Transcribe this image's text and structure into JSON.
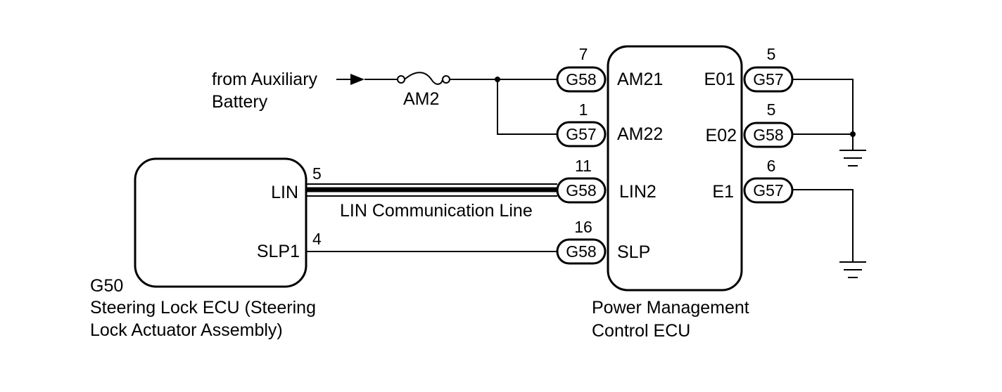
{
  "source": {
    "from_line1": "from Auxiliary",
    "from_line2": "Battery"
  },
  "fuse": {
    "label": "AM2"
  },
  "steering_ecu": {
    "code": "G50",
    "name_line1": "Steering Lock ECU (Steering",
    "name_line2": "Lock Actuator Assembly)",
    "terminals": {
      "lin": "LIN",
      "slp1": "SLP1"
    },
    "pins": {
      "lin": "5",
      "slp1": "4"
    }
  },
  "power_ecu": {
    "name_line1": "Power Management",
    "name_line2": "Control ECU",
    "left_terminals": [
      {
        "name": "AM21",
        "connector": "G58",
        "pin": "7"
      },
      {
        "name": "AM22",
        "connector": "G57",
        "pin": "1"
      },
      {
        "name": "LIN2",
        "connector": "G58",
        "pin": "11"
      },
      {
        "name": "SLP",
        "connector": "G58",
        "pin": "16"
      }
    ],
    "right_terminals": [
      {
        "name": "E01",
        "connector": "G57",
        "pin": "5"
      },
      {
        "name": "E02",
        "connector": "G58",
        "pin": "5"
      },
      {
        "name": "E1",
        "connector": "G57",
        "pin": "6"
      }
    ]
  },
  "lin_line": {
    "label": "LIN Communication Line"
  },
  "colors": {
    "line": "#000000",
    "background": "#ffffff"
  }
}
